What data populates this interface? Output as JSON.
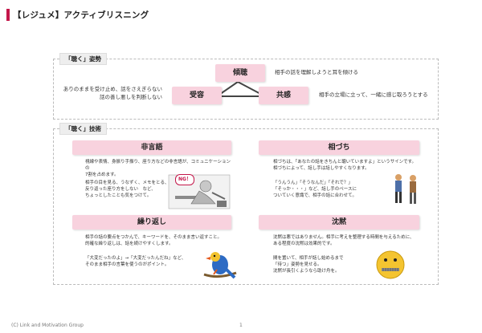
{
  "title": "【レジュメ】アクティブリスニング",
  "sections": {
    "posture": {
      "label": "「聴く」姿勢",
      "keicho": "傾聴",
      "keicho_desc": "相手の話を理解しようと耳を傾ける",
      "juyo": "受容",
      "juyo_desc_1": "ありのままを受け止め、話をさえぎらない",
      "juyo_desc_2": "話の善し悪しを判断しない",
      "kyokan": "共感",
      "kyokan_desc": "相手の立場に立って、一緒に感じ取ろうとする"
    },
    "skills": {
      "label": "「聴く」技術",
      "nonverbal": {
        "title": "非言語",
        "text_1": "視線や表情、身振り手振り、座り方などの非言語が、コミュニケーションの\n7割を占めます。",
        "text_2": "相手の目を見る、うなずく、メモをとる、\n反り返った座り方をしない　など、\nちょっとしたことも気をつけて。",
        "ng_label": "NG！"
      },
      "aizuchi": {
        "title": "相づち",
        "text_1": "相づちは、「あなたの話をきちんと聴いていますよ」というサインです。\n相づちによって、話し手は話しやすくなります。",
        "text_2": "「うんうん」「そうなんだ」「それで？」\n「そっか・・・」など、話し手のペースに\nついていく意識で、相手の話に合わせて。"
      },
      "repeat": {
        "title": "繰り返し",
        "text_1": "相手の話の要点をつかんで、キーワードを、そのまま言い返すこと。\n的確な繰り返しは、話を続けやすくします。",
        "text_2": "「大変だったのよ」→「大変だったんだね」など、\nそのまま相手の言葉を使うのがポイント。"
      },
      "silence": {
        "title": "沈黙",
        "text_1": "沈黙は悪ではありません。相手に考えを整理する時間を与えるために、\nある程度の沈黙は効果的です。",
        "text_2": "間を置いて、相手が話し始めるまで\n「待つ」姿勢を見せる。\n沈黙が長引くようなら助け舟を。"
      }
    }
  },
  "footer": "(C) Link and Motivation Group",
  "page_number": "1",
  "colors": {
    "accent": "#c4174a",
    "box_pink": "#f8d2de"
  }
}
